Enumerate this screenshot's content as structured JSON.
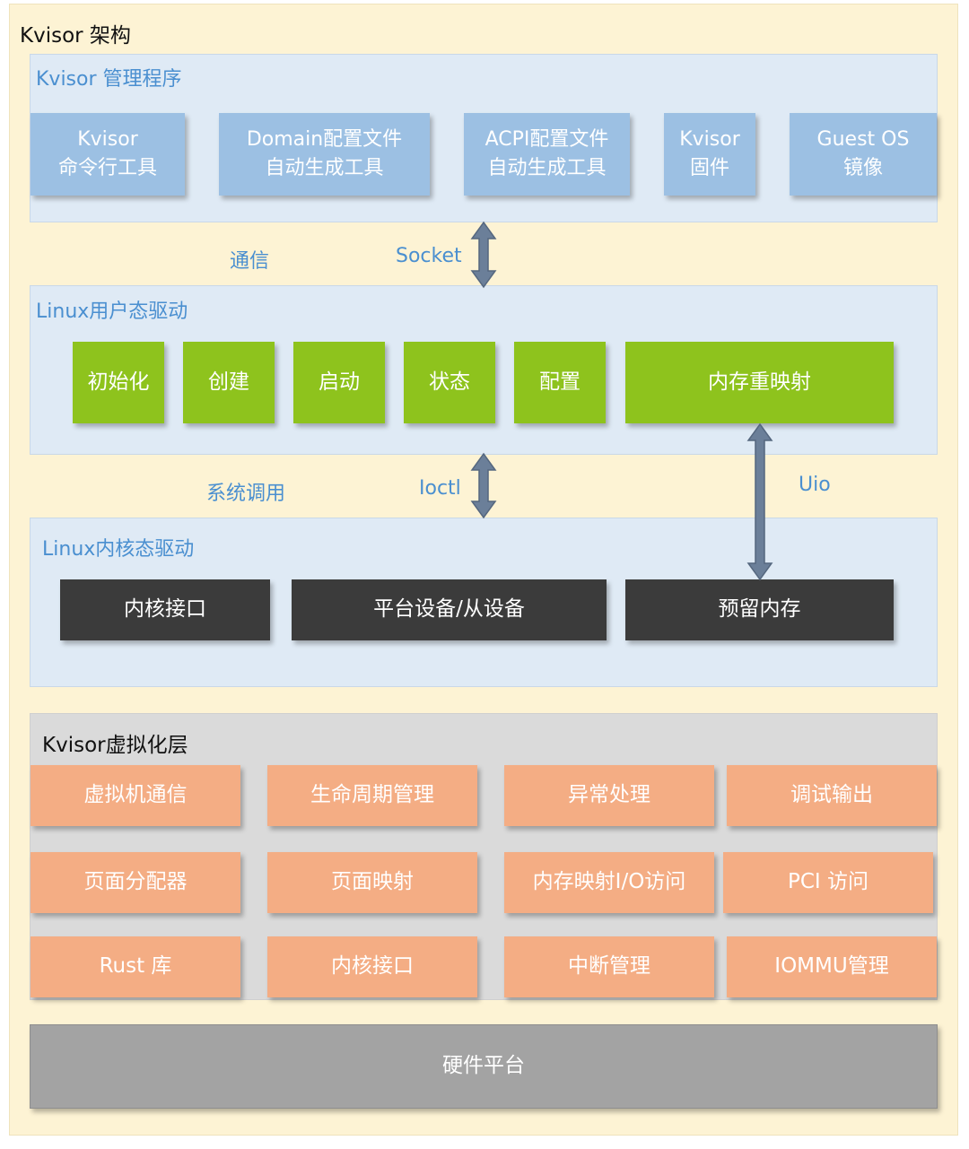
{
  "diagram_title": "Kvisor 架构",
  "mgmt": {
    "title": "Kvisor 管理程序",
    "boxes": [
      "Kvisor\n命令行工具",
      "Domain配置文件\n自动生成工具",
      "ACPI配置文件\n自动生成工具",
      "Kvisor\n固件",
      "Guest OS\n镜像"
    ]
  },
  "link1": {
    "label_left": "通信",
    "label_right": "Socket"
  },
  "user": {
    "title": "Linux用户态驱动",
    "boxes": [
      "初始化",
      "创建",
      "启动",
      "状态",
      "配置",
      "内存重映射"
    ]
  },
  "link2": {
    "label_left": "系统调用",
    "label_right": "Ioctl",
    "label_uio": "Uio"
  },
  "kernel": {
    "title": "Linux内核态驱动",
    "boxes": [
      "内核接口",
      "平台设备/从设备",
      "预留内存"
    ]
  },
  "virt": {
    "title": "Kvisor虚拟化层",
    "boxes": [
      "虚拟机通信",
      "生命周期管理",
      "异常处理",
      "调试输出",
      "页面分配器",
      "页面映射",
      "内存映射I/O访问",
      "PCI 访问",
      "Rust 库",
      "内核接口",
      "中断管理",
      "IOMMU管理"
    ]
  },
  "hardware": {
    "label": "硬件平台"
  },
  "colors": {
    "panel": "#dfeaf5",
    "green": "#8ec31d",
    "dark": "#3b3b3b",
    "orange": "#f4ad84",
    "arrow": "#6b7f99"
  }
}
